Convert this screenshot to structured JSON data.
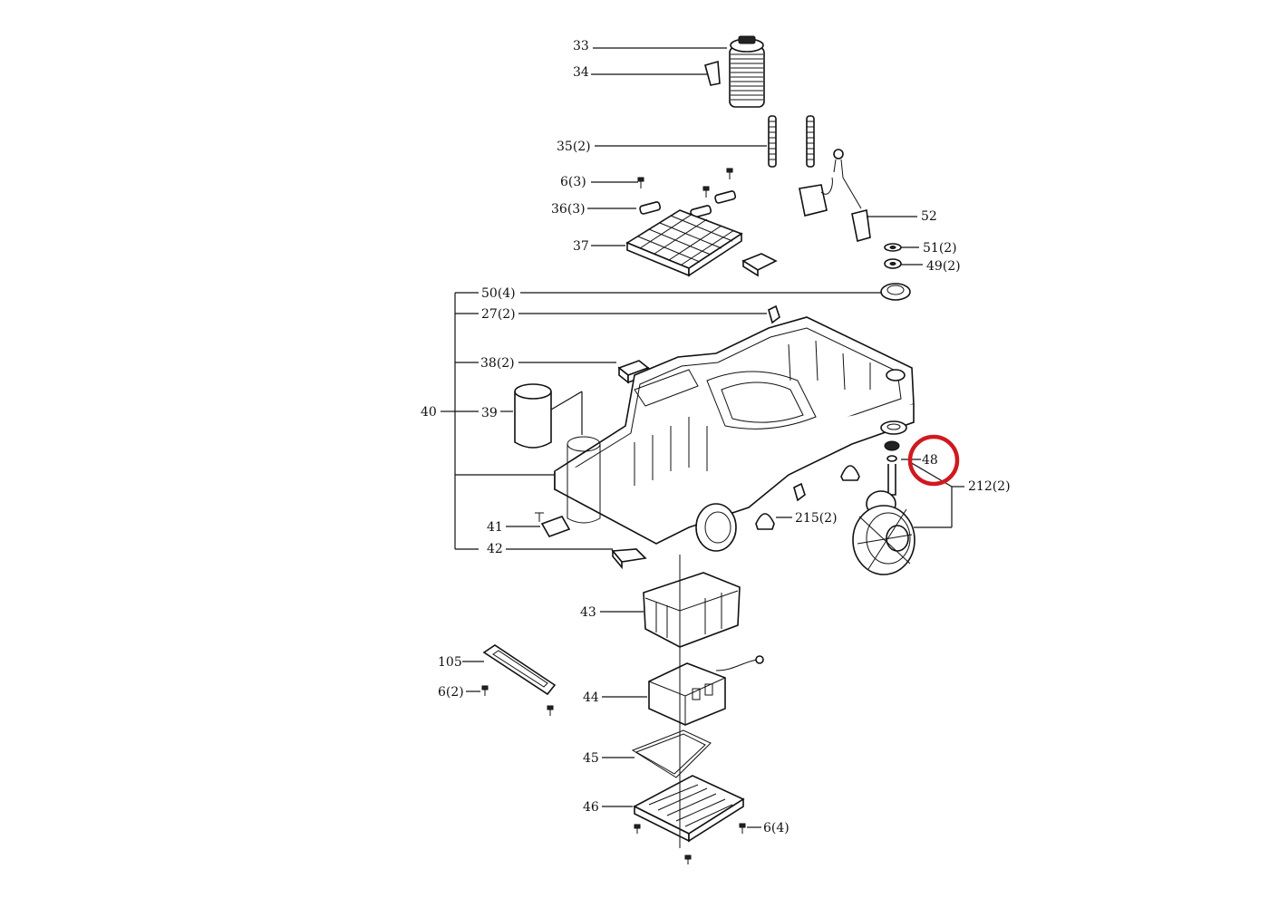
{
  "highlight_color": "#d0191f",
  "line_color": "#111111",
  "labels": {
    "l33": "33",
    "l34": "34",
    "l35": "35(2)",
    "l6a": "6(3)",
    "l36": "36(3)",
    "l37": "37",
    "l52": "52",
    "l51": "51(2)",
    "l49": "49(2)",
    "l50": "50(4)",
    "l27": "27(2)",
    "l38": "38(2)",
    "l40": "40",
    "l39": "39",
    "l48": "48",
    "l212": "212(2)",
    "l215": "215(2)",
    "l41": "41",
    "l42": "42",
    "l43": "43",
    "l105": "105",
    "l6b": "6(2)",
    "l44": "44",
    "l45": "45",
    "l46": "46",
    "l6c": "6(4)"
  }
}
